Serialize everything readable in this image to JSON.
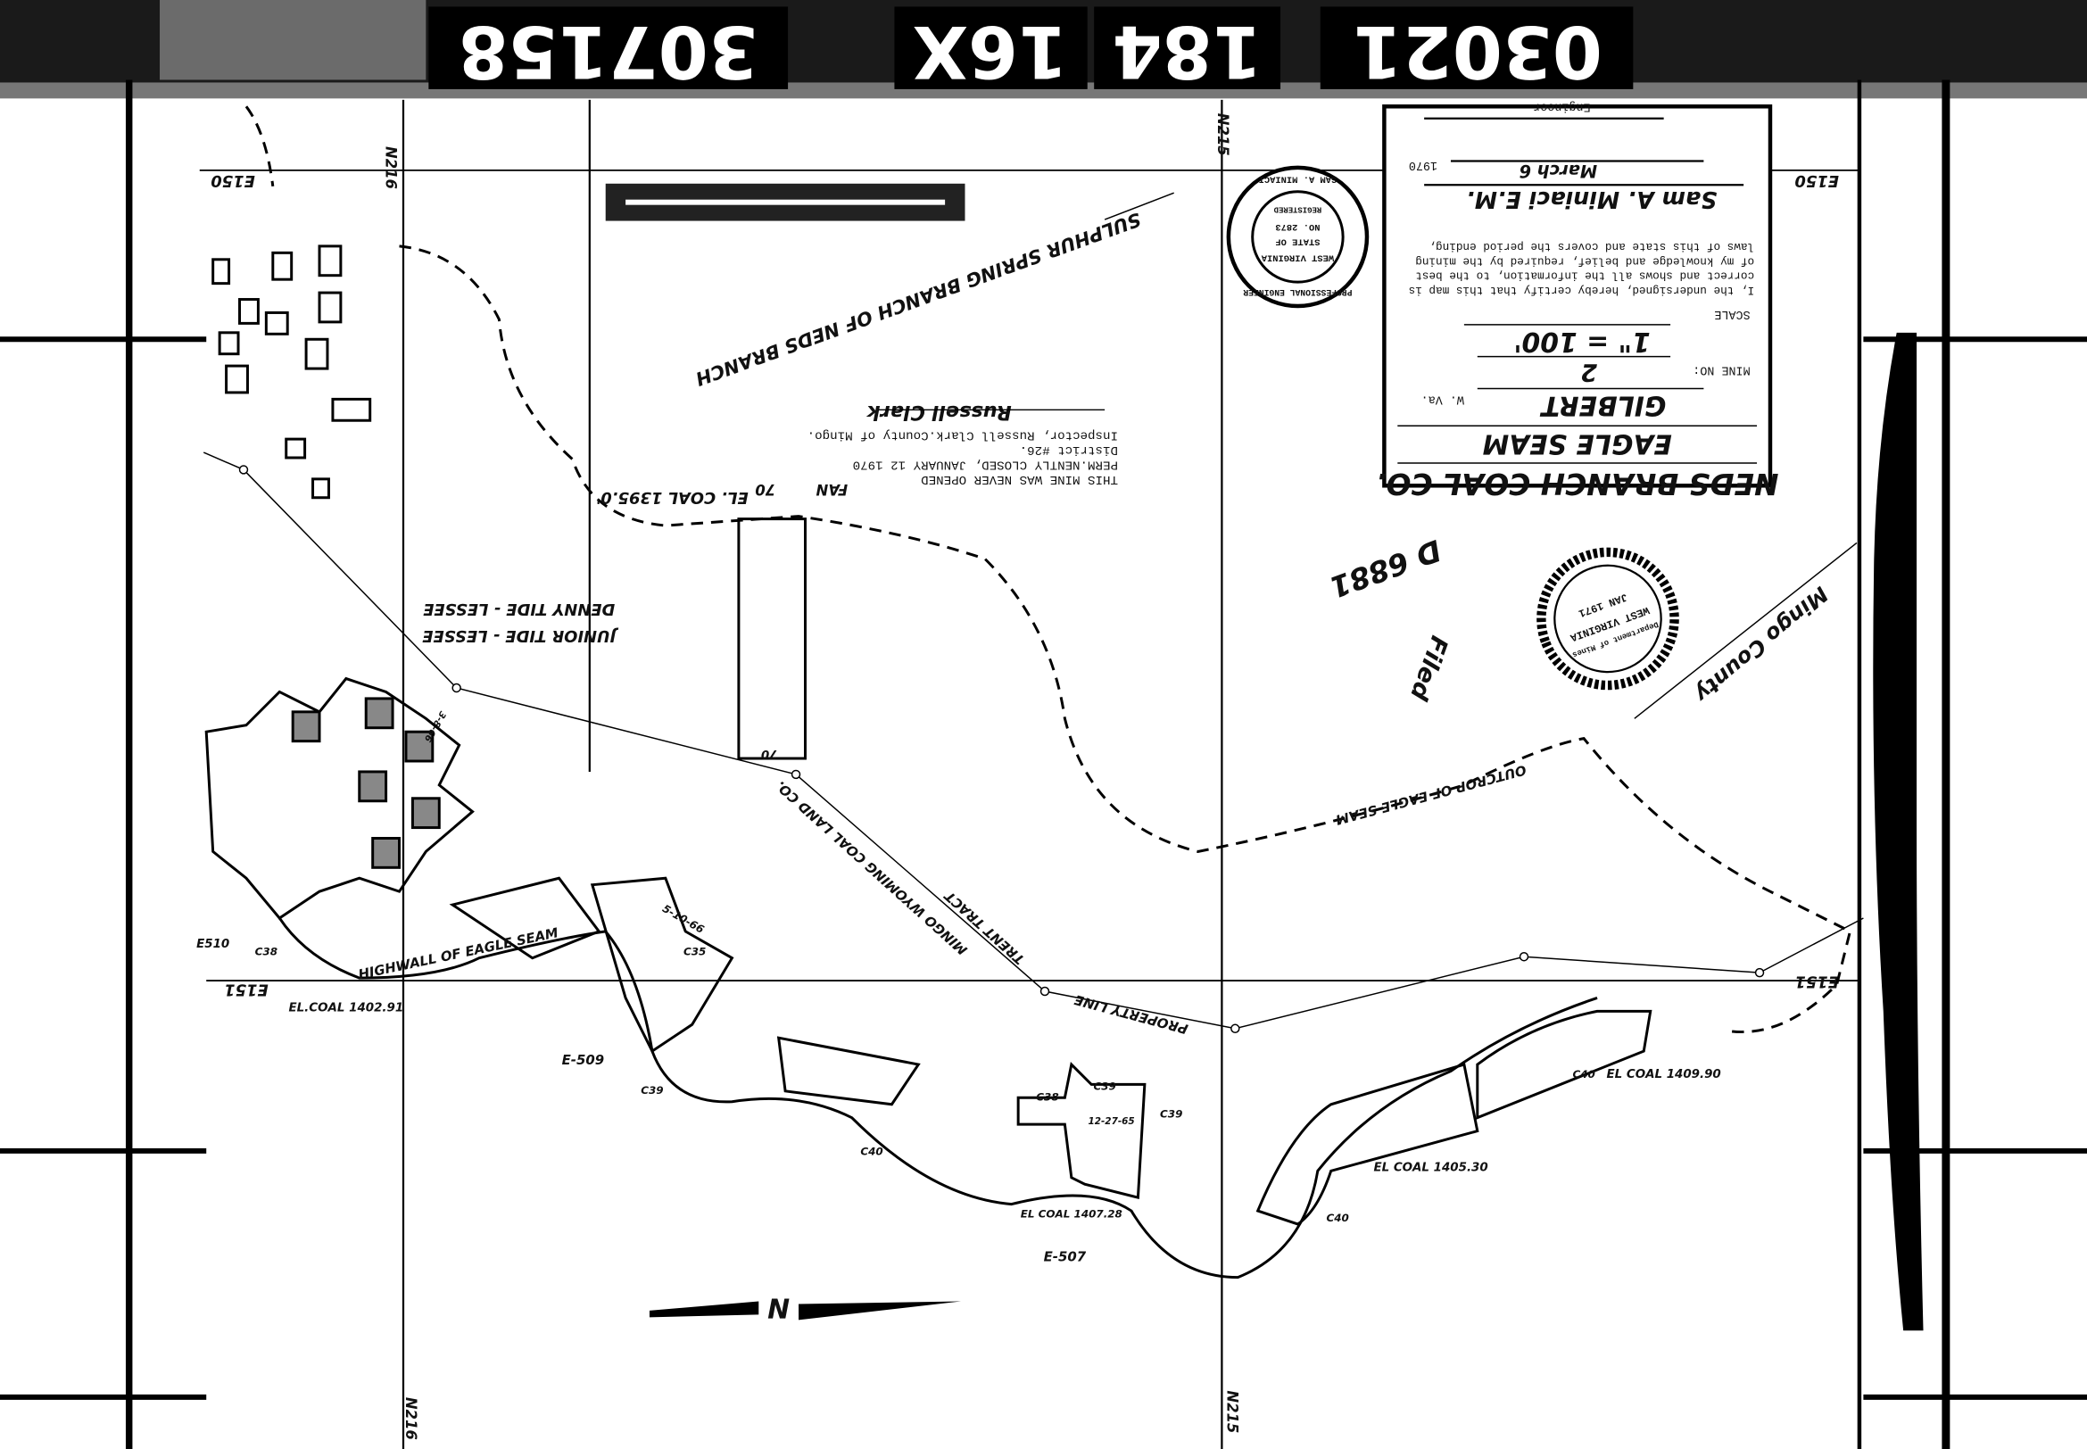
{
  "film_labels": [
    "307158",
    "16X",
    "184",
    "03021"
  ],
  "grid_labels": {
    "e150_left": "E150",
    "e150_right": "E150",
    "e151_left": "E151",
    "e151_right": "E151",
    "n216_top": "N216",
    "n216_bottom": "N216",
    "n215_top": "N215",
    "n215_bottom": "N215"
  },
  "title_block": {
    "company": "NEDS BRANCH COAL CO.",
    "seam": "EAGLE SEAM",
    "location": "GILBERT",
    "state": "W. Va.",
    "mine_no_label": "MINE NO:",
    "mine_no": "2",
    "scale_label": "SCALE",
    "scale": "1\" = 100'",
    "certification": [
      "I, the undersigned, hereby certify that this map is",
      "correct and shows all the information, to the best",
      "of my knowledge and belief, required by the mining",
      "laws of this state and covers the period ending,"
    ],
    "date": "March 6",
    "year": "1970",
    "signature": "Sam A. Miniaci E.M.",
    "engineer_label": "Engineer"
  },
  "engineer_seal": {
    "outer": "PROFESSIONAL ENGINEER",
    "name": "SAM A. MINIACI",
    "registered": "REGISTERED",
    "no": "NO. 2873",
    "state": "STATE OF",
    "wv": "WEST VIRGINIA"
  },
  "received_stamp": {
    "state": "WEST VIRGINIA",
    "dept": "Department of Mines",
    "date": "JAN 1971"
  },
  "inspector_note": [
    "THIS MINE WAS NEVER OPENED",
    "PERM.NENTLY CLOSED, JANUARY 12 1970",
    "District #26.",
    "Inspector, Russell Clark.County of Mingo."
  ],
  "inspector_signature": "Russell Clark",
  "annotations": {
    "sulphur_spring": "SULPHUR SPRING BRANCH OF NEDS BRANCH",
    "el_coal_1": "EL. COAL 1395.0'",
    "fan": "FAN",
    "dim_70a": "70",
    "dim_70b": "70",
    "denny": "DENNY TIDE - LESSEE",
    "junior": "JUNIOR TIDE - LESSEE",
    "outcrop": "OUTCROP OF EAGLE SEAM",
    "mingo_wyoming": "MINGO WYOMING COAL LAND CO.",
    "trent": "TRENT TRACT",
    "property": "PROPERTY LINE",
    "highwall": "HIGHWALL OF EAGLE SEAM",
    "el_coal_2": "EL.COAL 1402.91",
    "el_coal_3": "EL COAL 1409.90",
    "el_coal_4": "EL COAL 1405.30",
    "el_coal_5": "EL COAL 1407.28",
    "e509": "E-509",
    "e507": "E-507",
    "e510": "E510",
    "c38a": "C38",
    "c39a": "C39",
    "c40a": "C40",
    "c40b": "C40",
    "c40c": "C40",
    "c35": "C35",
    "c38b": "C38",
    "c39b": "C39",
    "c39c": "C39",
    "date_a": "5-10-66",
    "date_b": "12-27-65",
    "date_c": "3-8-66",
    "mingo_county": "Mingo County",
    "filed": "Filed",
    "file_no": "D 6881",
    "north": "N"
  }
}
